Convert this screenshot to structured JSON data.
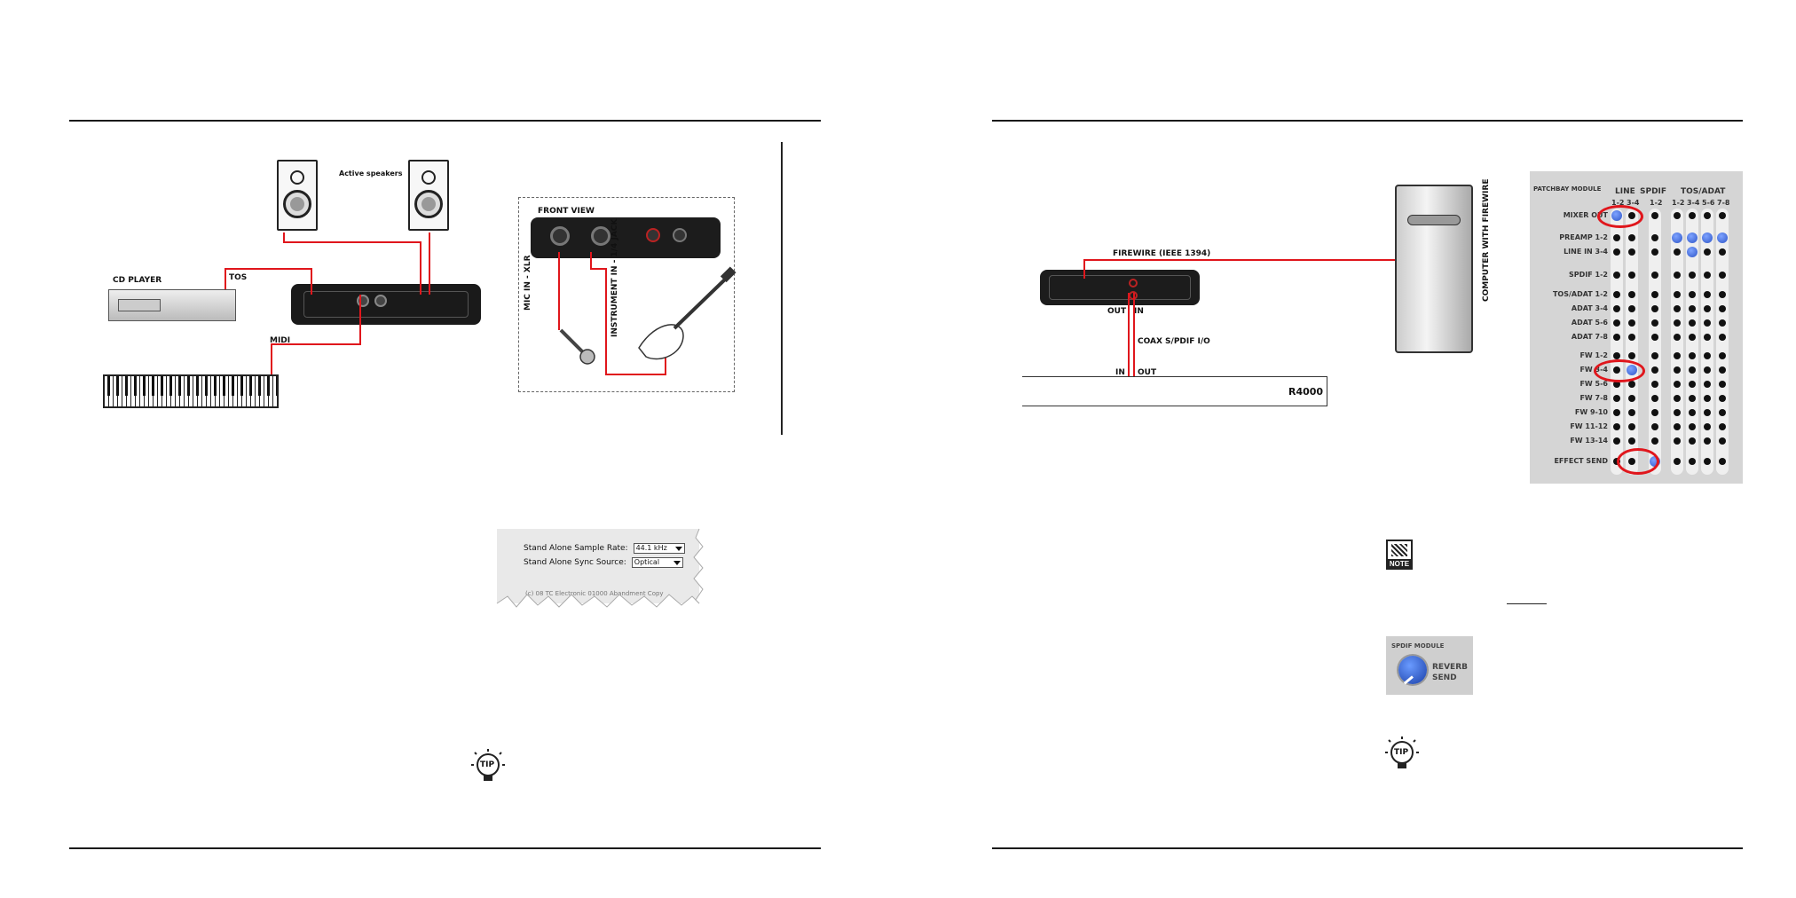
{
  "left_page": {
    "diagram": {
      "cd_player": "CD PLAYER",
      "active_speakers": "Active speakers",
      "tos": "TOS",
      "midi": "MIDI",
      "front_view": "FRONT VIEW",
      "mic_in": "MIC IN - XLR",
      "instrument_in": "INSTRUMENT IN - 1/4 JACK"
    },
    "stand_alone_panel": {
      "sample_rate_label": "Stand Alone Sample Rate:",
      "sample_rate_value": "44.1 kHz",
      "sync_source_label": "Stand Alone Sync Source:",
      "sync_source_value": "Optical",
      "footer_text": "(c) 08 TC Electronic 01000 Abandment Copy"
    },
    "tip_icon": "tip-lightbulb-icon",
    "tip_label": "TIP"
  },
  "right_page": {
    "diagram": {
      "firewire": "FIREWIRE (IEEE 1394)",
      "computer": "COMPUTER WITH FIREWIRE",
      "out": "OUT",
      "in": "IN",
      "coax": "COAX S/PDIF I/O",
      "in2": "IN",
      "out2": "OUT",
      "device": "R4000"
    },
    "patchbay": {
      "title": "PATCHBAY MODULE",
      "groups": [
        "LINE",
        "SPDIF",
        "TOS/ADAT"
      ],
      "columns": [
        "1-2",
        "3-4",
        "1-2",
        "1-2",
        "3-4",
        "5-6",
        "7-8"
      ],
      "rows": [
        "MIXER OUT",
        "PREAMP 1-2",
        "LINE IN 3-4",
        "SPDIF 1-2",
        "TOS/ADAT 1-2",
        "ADAT 3-4",
        "ADAT 5-6",
        "ADAT 7-8",
        "FW 1-2",
        "FW 3-4",
        "FW 5-6",
        "FW 7-8",
        "FW 9-10",
        "FW 11-12",
        "FW 13-14",
        "EFFECT SEND"
      ]
    },
    "note_label": "NOTE",
    "spdif_module": {
      "title": "SPDIF MODULE",
      "knob_label_1": "REVERB",
      "knob_label_2": "SEND"
    },
    "tip_label": "TIP",
    "accent_red": "#e0161c",
    "button_blue": "#2d55c8"
  }
}
